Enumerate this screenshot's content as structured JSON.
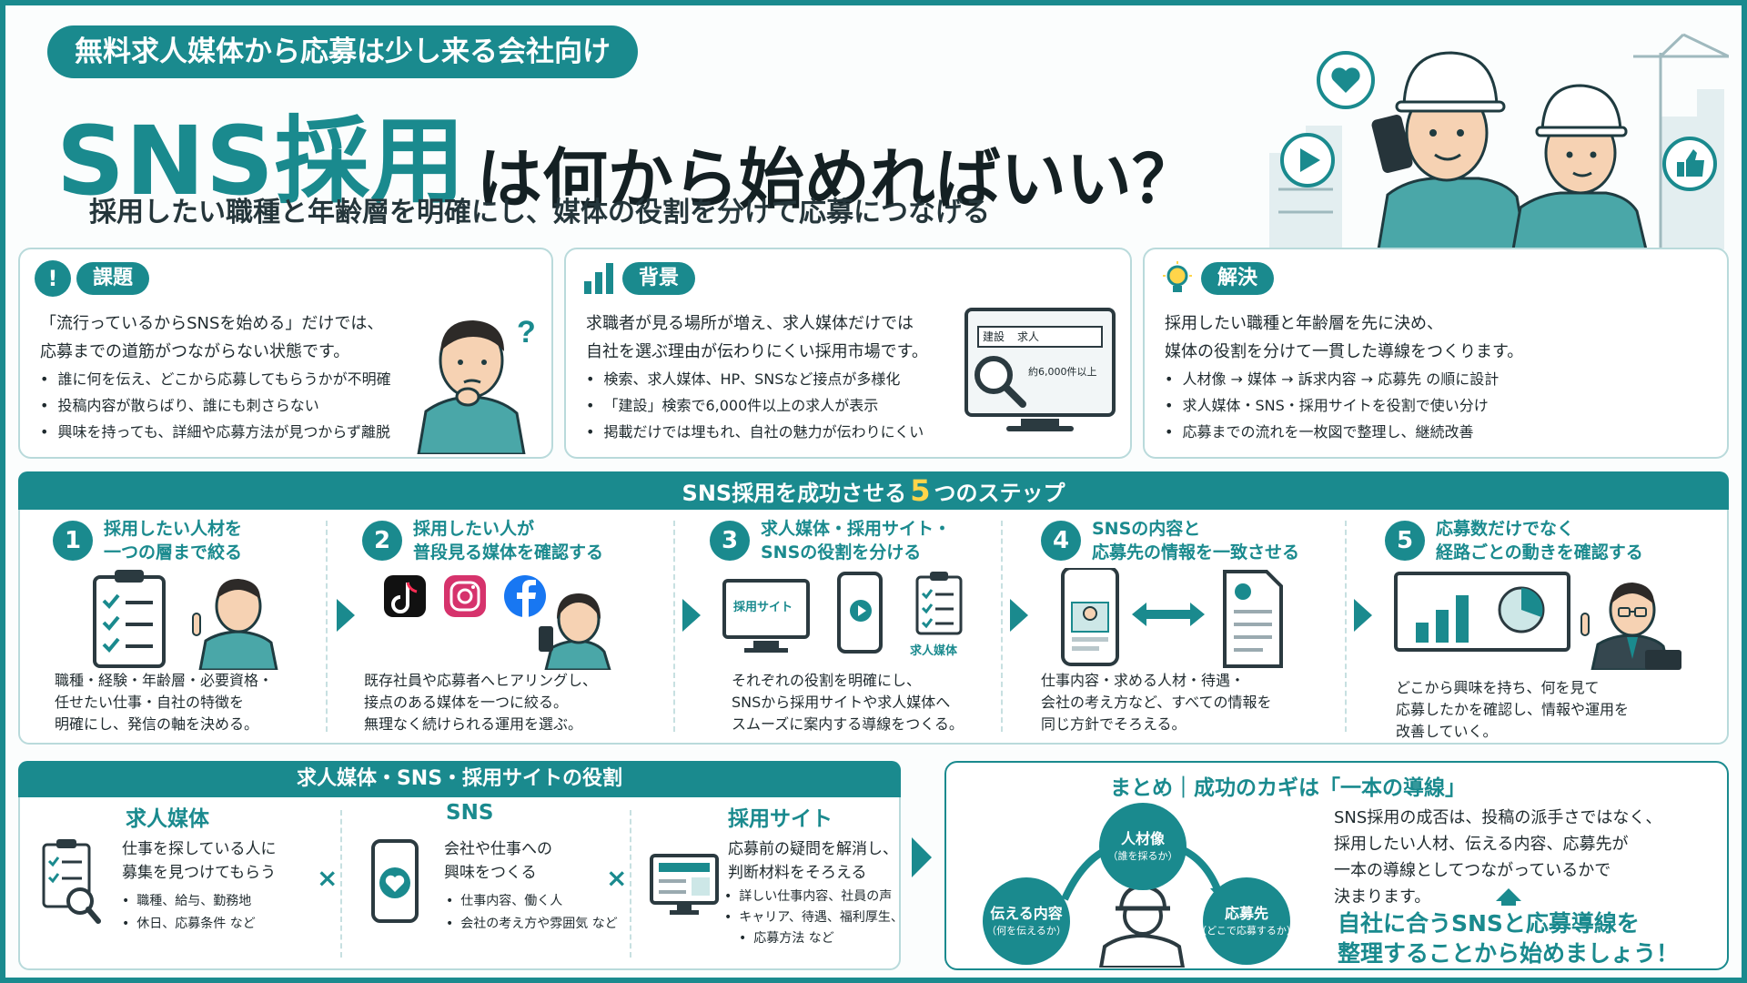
{
  "header": {
    "pill": "無料求人媒体から応募は少し来る会社向け",
    "title_accent": "SNS採用",
    "title_rest": "は何から始めればいい？",
    "subtitle": "採用したい職種と年齢層を明確にし、媒体の役割を分けて応募につなげる"
  },
  "colors": {
    "accent": "#1a8a8e",
    "highlight": "#ffd54a",
    "border": "#b9dadb"
  },
  "cards": [
    {
      "icon": "exclamation-icon",
      "label": "課題",
      "lead": [
        "「流行っているからSNSを始める」だけでは、",
        "応募までの道筋がつながらない状態です。"
      ],
      "bullets": [
        "誰に何を伝え、どこから応募してもらうかが不明確",
        "投稿内容が散らばり、誰にも刺さらない",
        "興味を持っても、詳細や応募方法が見つからず離脱"
      ]
    },
    {
      "icon": "bar-chart-icon",
      "label": "背景",
      "lead": [
        "求職者が見る場所が増え、求人媒体だけでは",
        "自社を選ぶ理由が伝わりにくい採用市場です。"
      ],
      "bullets": [
        "検索、求人媒体、HP、SNSなど接点が多様化",
        "「建設」検索で6,000件以上の求人が表示",
        "掲載だけでは埋もれ、自社の魅力が伝わりにくい"
      ],
      "monitor": {
        "search_a": "建設",
        "search_b": "求人",
        "result": "約6,000件以上"
      }
    },
    {
      "icon": "lightbulb-icon",
      "label": "解決",
      "lead": [
        "採用したい職種と年齢層を先に決め、",
        "媒体の役割を分けて一貫した導線をつくります。"
      ],
      "bullets": [
        "人材像 → 媒体 → 訴求内容 → 応募先 の順に設計",
        "求人媒体・SNS・採用サイトを役割で使い分け",
        "応募までの流れを一枚図で整理し、継続改善"
      ]
    }
  ],
  "steps": {
    "title_before": "SNS採用を成功させる",
    "title_num": "5",
    "title_after": "つのステップ",
    "items": [
      {
        "num": "1",
        "title": [
          "採用したい人材を",
          "一つの層まで絞る"
        ],
        "desc": [
          "職種・経験・年齢層・必要資格・",
          "任せたい仕事・自社の特徴を",
          "明確にし、発信の軸を決める。"
        ]
      },
      {
        "num": "2",
        "title": [
          "採用したい人が",
          "普段見る媒体を確認する"
        ],
        "desc": [
          "既存社員や応募者へヒアリングし、",
          "接点のある媒体を一つに絞る。",
          "無理なく続けられる運用を選ぶ。"
        ]
      },
      {
        "num": "3",
        "title": [
          "求人媒体・採用サイト・",
          "SNSの役割を分ける"
        ],
        "desc": [
          "それぞれの役割を明確にし、",
          "SNSから採用サイトや求人媒体へ",
          "スムーズに案内する導線をつくる。"
        ],
        "art_site": "採用サイト",
        "art_media": "求人媒体"
      },
      {
        "num": "4",
        "title": [
          "SNSの内容と",
          "応募先の情報を一致させる"
        ],
        "desc": [
          "仕事内容・求める人材・待遇・",
          "会社の考え方など、すべての情報を",
          "同じ方針でそろえる。"
        ]
      },
      {
        "num": "5",
        "title": [
          "応募数だけでなく",
          "経路ごとの動きを確認する"
        ],
        "desc": [
          "どこから興味を持ち、何を見て",
          "応募したかを確認し、情報や運用を",
          "改善していく。"
        ]
      }
    ]
  },
  "roles": {
    "title": "求人媒体・SNS・採用サイトの役割",
    "items": [
      {
        "title": "求人媒体",
        "lead": [
          "仕事を探している人に",
          "募集を見つけてもらう"
        ],
        "bullets": [
          "職種、給与、勤務地",
          "休日、応募条件 など"
        ]
      },
      {
        "title": "SNS",
        "lead": [
          "会社や仕事への",
          "興味をつくる"
        ],
        "bullets": [
          "仕事内容、働く人",
          "会社の考え方や雰囲気 など"
        ]
      },
      {
        "title": "採用サイト",
        "lead": [
          "応募前の疑問を解消し、",
          "判断材料をそろえる"
        ],
        "bullets": [
          "詳しい仕事内容、社員の声",
          "キャリア、待遇、福利厚生、",
          "応募方法 など"
        ]
      }
    ],
    "times": "×"
  },
  "summary": {
    "title": "まとめ｜成功のカギは「一本の導線」",
    "nodes": [
      {
        "label": "人材像",
        "sub": "（誰を採るか）"
      },
      {
        "label": "伝える内容",
        "sub": "（何を伝えるか）"
      },
      {
        "label": "応募先",
        "sub": "（どこで応募するか）"
      }
    ],
    "text": [
      "SNS採用の成否は、投稿の派手さではなく、",
      "採用したい人材、伝える内容、応募先が",
      "一本の導線としてつながっているかで",
      "決まります。"
    ],
    "cta": [
      "自社に合うSNSと応募導線を",
      "整理することから始めましょう！"
    ]
  }
}
